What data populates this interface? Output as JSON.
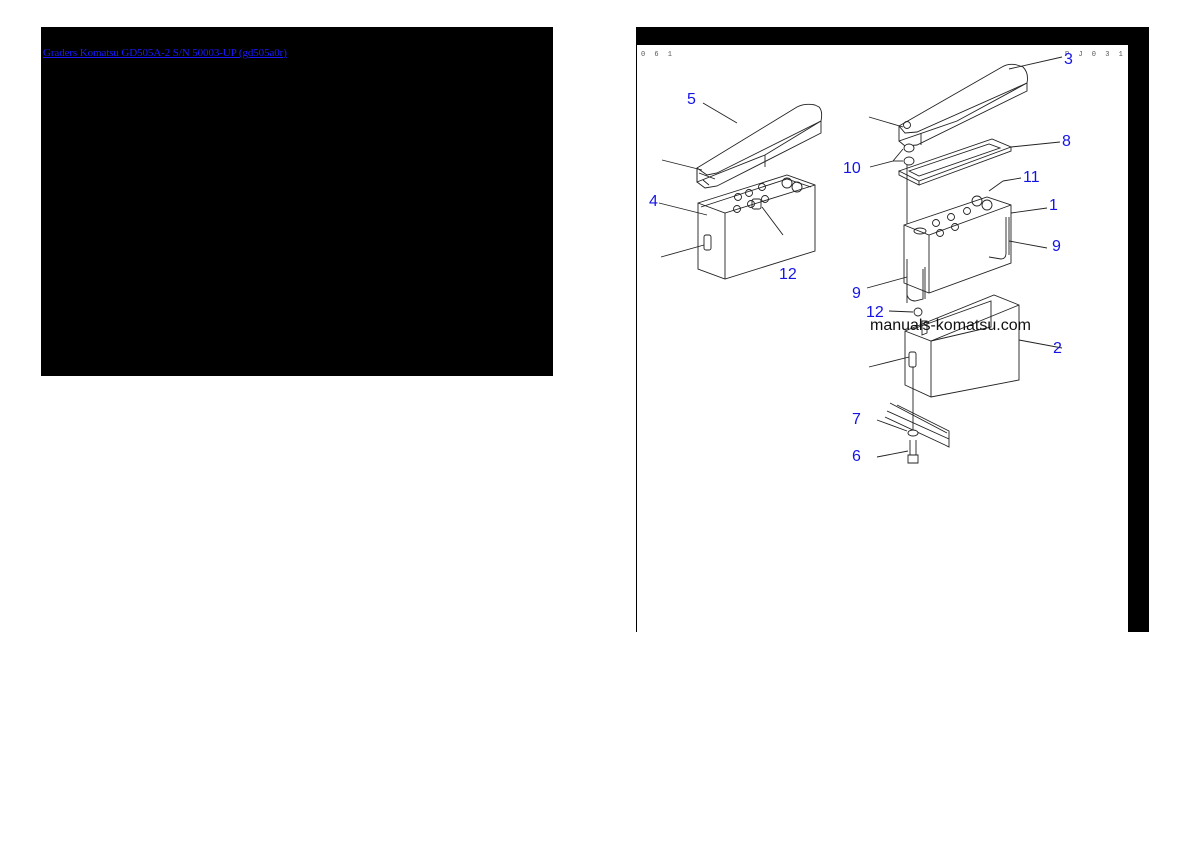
{
  "left_panel": {
    "link_text": "Graders Komatsu GD505A-2 S/N 50003-UP (gd505a0r)"
  },
  "right_panel": {
    "code_left": "0 6 1",
    "code_right": "P J 0 3 1",
    "watermark": "manuals-komatsu.com",
    "callouts": [
      {
        "id": "c5",
        "label": "5"
      },
      {
        "id": "c4",
        "label": "4"
      },
      {
        "id": "c12a",
        "label": "12"
      },
      {
        "id": "c3",
        "label": "3"
      },
      {
        "id": "c8",
        "label": "8"
      },
      {
        "id": "c10",
        "label": "10"
      },
      {
        "id": "c11",
        "label": "11"
      },
      {
        "id": "c1",
        "label": "1"
      },
      {
        "id": "c9a",
        "label": "9"
      },
      {
        "id": "c9b",
        "label": "9"
      },
      {
        "id": "c12b",
        "label": "12"
      },
      {
        "id": "c2",
        "label": "2"
      },
      {
        "id": "c7",
        "label": "7"
      },
      {
        "id": "c6",
        "label": "6"
      }
    ]
  },
  "colors": {
    "link": "#1a1aff",
    "callout": "#1414e6",
    "panel": "#000000"
  }
}
